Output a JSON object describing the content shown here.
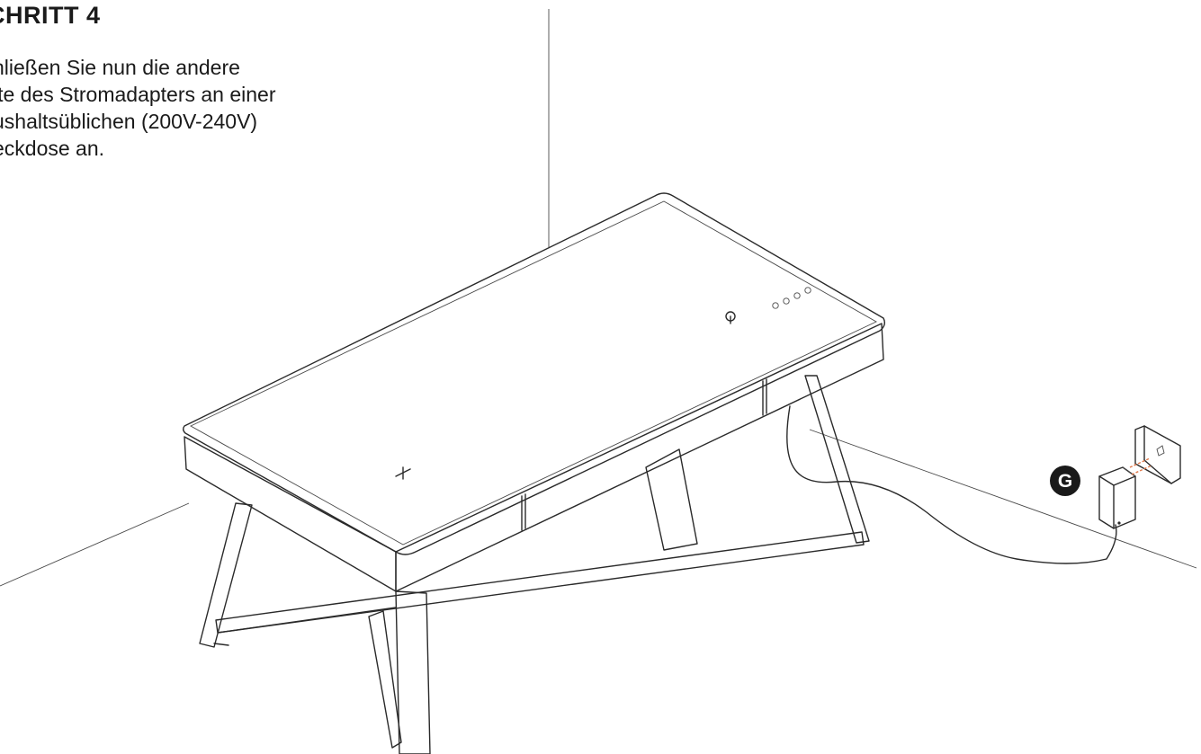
{
  "step": {
    "title": "CHRITT 4",
    "lines": [
      "hließen Sie nun die andere",
      "ite des Stromadapters an einer",
      "ushaltsüblichen (200V-240V)",
      "eckdose an."
    ]
  },
  "callout": {
    "label": "G"
  },
  "colors": {
    "line": "#2a2a2a",
    "badge": "#1a1a1a",
    "plug_pin": "#e0784a"
  }
}
